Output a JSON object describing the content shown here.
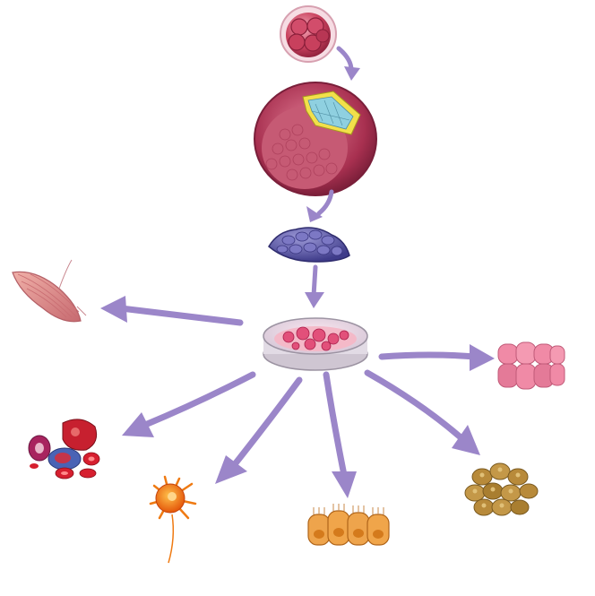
{
  "diagram": {
    "arrow_color": "#9b86c9",
    "stages": [
      {
        "id": "zygote",
        "icon": "early-embryo-cells-icon",
        "color": "#b8344f"
      },
      {
        "id": "blastocyst",
        "icon": "blastocyst-cross-section-icon",
        "color": "#a8304f"
      },
      {
        "id": "inner-cell-mass",
        "icon": "inner-cell-mass-icon",
        "color": "#5a56a8"
      },
      {
        "id": "culture-dish",
        "icon": "petri-dish-stem-cell-culture-icon",
        "color": "#e26a8e"
      }
    ],
    "differentiated_cells": [
      {
        "id": "muscle",
        "icon": "muscle-fiber-icon",
        "color": "#d97b7b"
      },
      {
        "id": "blood",
        "icon": "blood-cells-icon",
        "color": "#c7202f"
      },
      {
        "id": "neuron",
        "icon": "neuron-cell-icon",
        "color": "#f07a10"
      },
      {
        "id": "gut-epithelium",
        "icon": "gut-epithelial-cells-icon",
        "color": "#e9a04a"
      },
      {
        "id": "liver",
        "icon": "liver-cells-icon",
        "color": "#b88a3a"
      },
      {
        "id": "epithelium",
        "icon": "pink-epithelial-cells-icon",
        "color": "#e58aa0"
      }
    ]
  }
}
